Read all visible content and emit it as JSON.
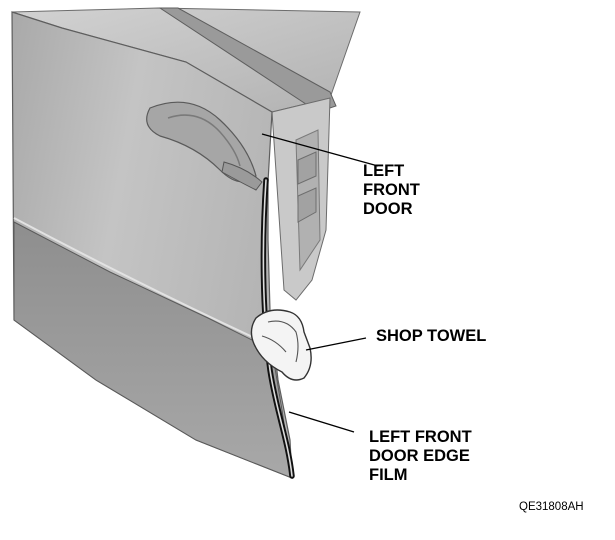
{
  "callouts": {
    "left_front_door": "LEFT\nFRONT\nDOOR",
    "shop_towel": "SHOP TOWEL",
    "door_edge_film": "LEFT FRONT\nDOOR EDGE\nFILM"
  },
  "figure_id": "QE31808AH",
  "colors": {
    "door_panel": "#b9b9b9",
    "door_shadow": "#8f8f8f",
    "edge_film": "#111111",
    "towel": "#f4f4f4",
    "leader_line": "#000000"
  }
}
